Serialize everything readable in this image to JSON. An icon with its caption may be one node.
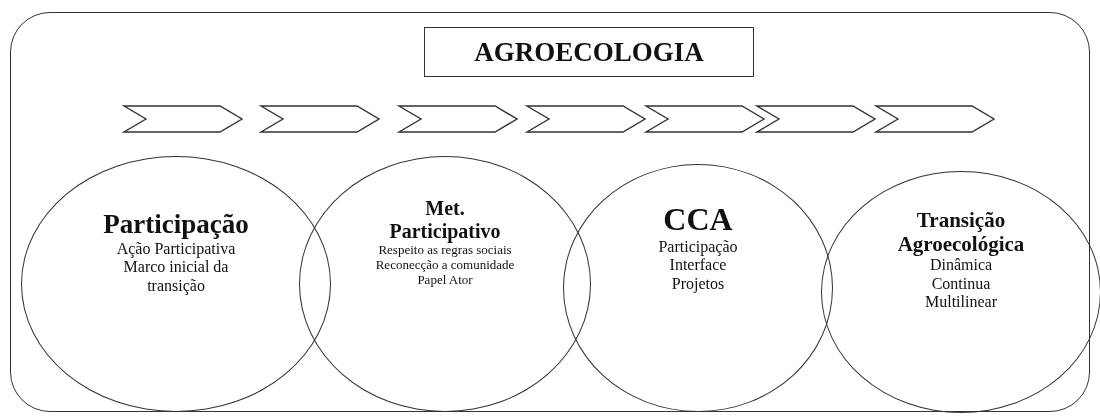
{
  "diagram": {
    "nodes": [
      {
        "text": [],
        "shape": "box"
      },
      {
        "text": [
          "AGROECOLOGIA"
        ],
        "in": 0
      },
      {
        "text": [
          "Participação",
          "Ação Participativa",
          "Marco inicial da transição"
        ],
        "in": 0
      },
      {
        "text": [
          "Met. Participativo",
          "Respeito as regras sociais",
          "Reconecção a comunidade",
          "Papel Ator"
        ],
        "in": 0
      },
      {
        "text": [
          "CCA",
          "Participação",
          "Interface",
          "Projetos"
        ],
        "in": 0
      },
      {
        "text": [
          "Transição Agroecológica",
          "Dinâmica",
          "Continua",
          "Multilinear"
        ],
        "in": 0
      }
    ],
    "edges": []
  }
}
